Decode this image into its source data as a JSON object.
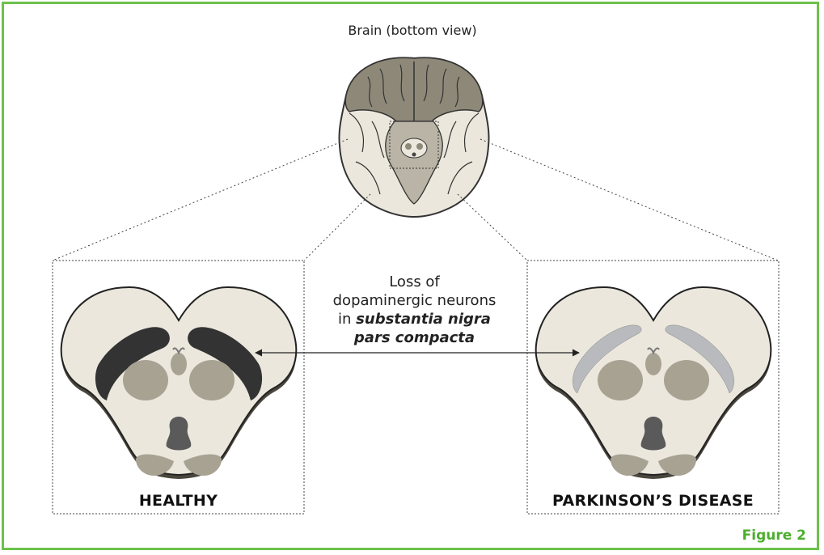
{
  "title": "Brain (bottom view)",
  "center_label": {
    "line1": "Loss of",
    "line2": "dopaminergic neurons",
    "line3_prefix": "in ",
    "line3_emph": "substantia nigra",
    "line4": "pars compacta"
  },
  "left_panel_label": "HEALTHY",
  "right_panel_label": "PARKINSON’S DISEASE",
  "figure_label": "Figure 2",
  "colors": {
    "frame": "#6cc24a",
    "figure_label": "#4cae2e",
    "tissue": "#ebe7dc",
    "gray_matter": "#a7a292",
    "healthy_sn": "#333333",
    "pd_sn": "#b8babd"
  }
}
